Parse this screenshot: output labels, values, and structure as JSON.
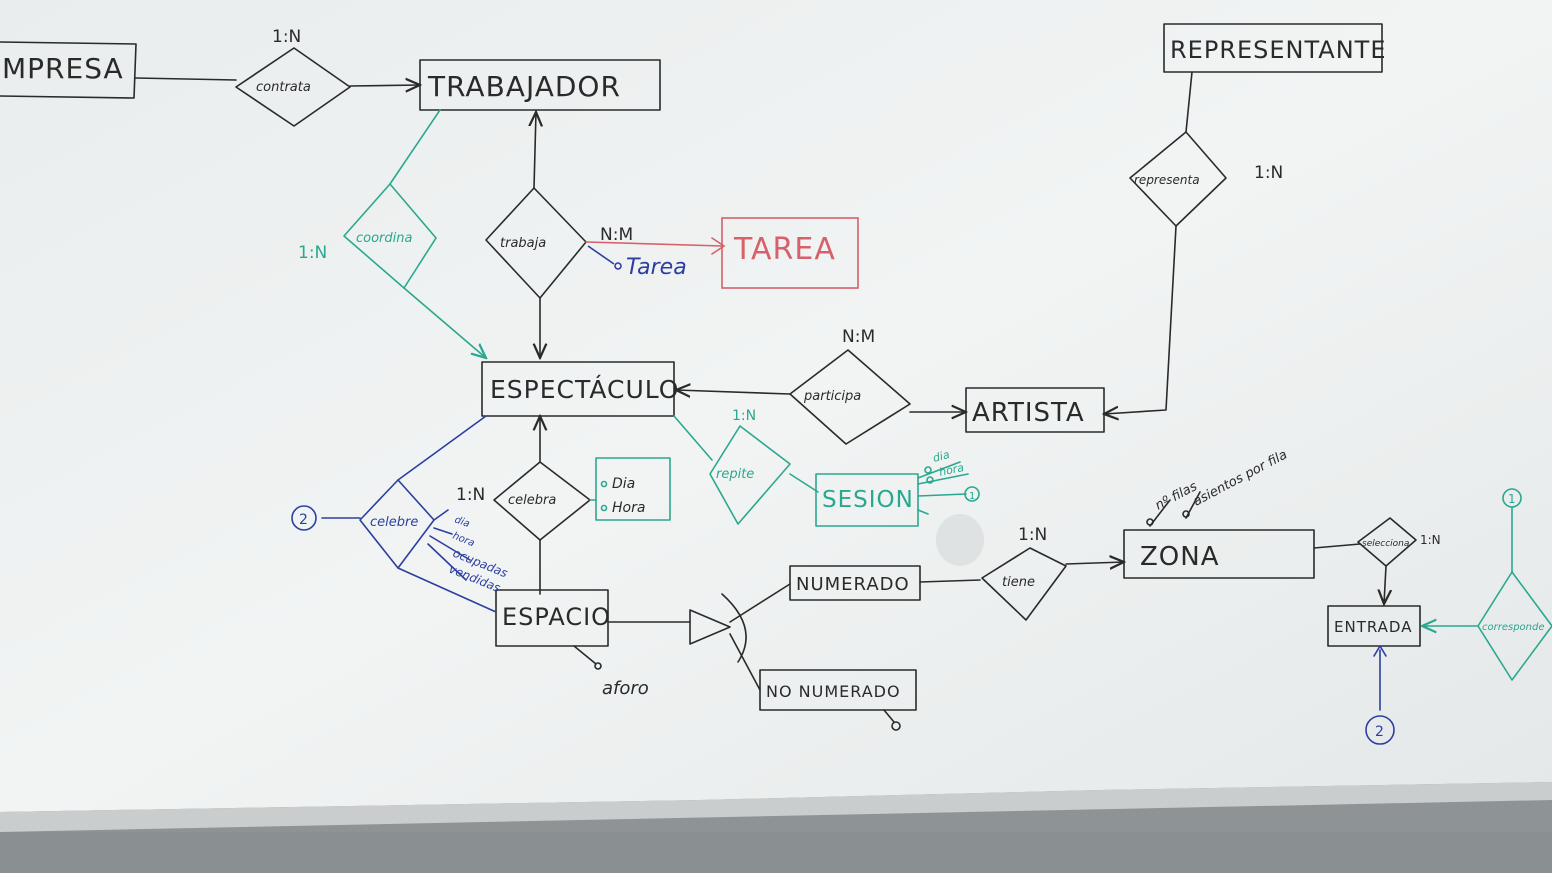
{
  "colors": {
    "board": "#eef1f1",
    "ink_black": "#2a2a2a",
    "ink_teal": "#2aa88f",
    "ink_blue": "#2c3fa0",
    "ink_red": "#d8606a"
  },
  "entities": {
    "empresa": "MPRESA",
    "trabajador": "TRABAJADOR",
    "representante": "REPRESENTANTE",
    "tarea": "TAREA",
    "espectaculo": "ESPECTÁCULO",
    "artista": "ARTISTA",
    "sesion": "SESION",
    "espacio": "ESPACIO",
    "numerado": "NUMERADO",
    "no_numerado": "NO NUMERADO",
    "zona": "ZONA",
    "entrada": "ENTRADA"
  },
  "relationships": {
    "contrata": "contrata",
    "coordina": "coordina",
    "trabaja": "trabaja",
    "representa": "representa",
    "participa": "participa",
    "repite": "repite",
    "celebra": "celebra",
    "celebre": "celebre",
    "tiene": "tiene",
    "selecciona": "selecciona",
    "corresponde": "corresponde"
  },
  "cardinalities": {
    "contrata": "1:N",
    "coordina": "1:N",
    "trabaja": "N:M",
    "representa": "1:N",
    "participa": "N:M",
    "repite": "1:N",
    "celebre": "1:N",
    "tiene": "1:N",
    "selecciona": "1:N"
  },
  "attributes": {
    "tarea": "Tarea",
    "dia": "Dia",
    "hora": "Hora",
    "sesion_dia": "dia",
    "sesion_hora": "hora",
    "celebre_dia": "dia",
    "celebre_hora": "hora",
    "celebre_ocupadas": "ocupadas",
    "celebre_vendidas": "vendidas",
    "aforo": "aforo",
    "num_filas": "nº filas",
    "asientos_por_fila": "asientos por fila"
  },
  "connectors": {
    "c1": "1",
    "c2": "2",
    "sesion_c1": "1",
    "celebre_c2": "2",
    "entrada_c2": "2"
  }
}
